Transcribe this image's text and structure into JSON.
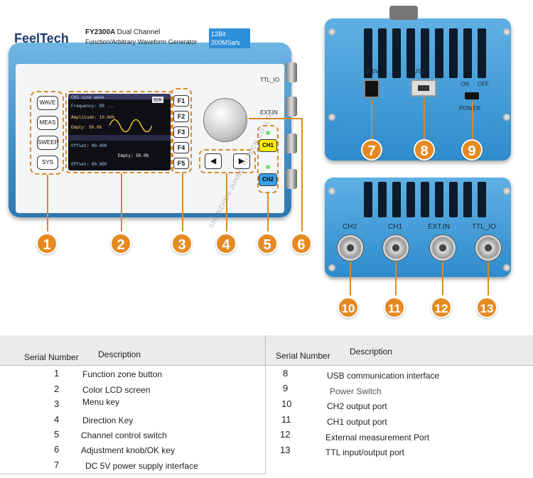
{
  "device": {
    "brand": "FeelTech",
    "model": "FY2300A",
    "model_line1_suffix": "Dual Channel",
    "model_line2": "Function/Arbitrary Waveform Generator",
    "spec_line1": "12Bit",
    "spec_line2": "200MSa/s",
    "ttl_io": "TTL_IO",
    "ext_in": "EXT.IN",
    "function_buttons": [
      "WAVE",
      "MEAS",
      "SWEEP",
      "SYS"
    ],
    "menu_keys": [
      "F1",
      "F2",
      "F3",
      "F4",
      "F5"
    ],
    "direction_keys": [
      "◀",
      "▶"
    ],
    "channel_buttons": [
      "CH1",
      "CH2"
    ],
    "lcd": {
      "line1": "CH1-sine wave",
      "line2": "Frequency: 00 ...",
      "line3": "Amplitude: 10.000",
      "line4": "Empty: 50.0%",
      "line5": "Offset: 00.000",
      "line6": "Empty: 50.0%",
      "line7": "Offset: 00.00V",
      "menu_tab": "频率"
    }
  },
  "back_top": {
    "dc_label": "DC5V",
    "usb_label": "USB",
    "switch_label_on": "ON",
    "switch_label_off": "OFF",
    "power_label": "POWER"
  },
  "back_bottom": {
    "ports": [
      "CH2",
      "CH1",
      "EXT.IN",
      "TTL_IO"
    ]
  },
  "watermark": "SHENZHEN JUNBO HITECH CO.,LTD",
  "callouts": [
    "1",
    "2",
    "3",
    "4",
    "5",
    "6",
    "7",
    "8",
    "9",
    "10",
    "11",
    "12",
    "13"
  ],
  "table": {
    "header_left": {
      "serial": "Serial Number",
      "description": "Description"
    },
    "header_right": {
      "serial": "Serial Number",
      "description": "Description"
    },
    "left_rows": [
      {
        "num": "1",
        "desc": "Function zone button"
      },
      {
        "num": "2",
        "desc": "Color LCD screen"
      },
      {
        "num": "3",
        "desc": "Menu key"
      },
      {
        "num": "4",
        "desc": "Direction Key"
      },
      {
        "num": "5",
        "desc": "Channel control switch"
      },
      {
        "num": "6",
        "desc": "Adjustment knob/OK key"
      },
      {
        "num": "7",
        "desc": "DC 5V power supply interface"
      }
    ],
    "right_rows": [
      {
        "num": "8",
        "desc": "USB communication interface"
      },
      {
        "num": "9",
        "desc": "Power Switch"
      },
      {
        "num": "10",
        "desc": "CH2 output port"
      },
      {
        "num": "11",
        "desc": "CH1 output port"
      },
      {
        "num": "12",
        "desc": "External measurement Port"
      },
      {
        "num": "13",
        "desc": "TTL input/output port"
      }
    ]
  },
  "colors": {
    "callout": "#e58a22",
    "device_blue": "#3f8fc8",
    "ch1_yellow": "#ffee00",
    "ch2_blue": "#3aa0e8",
    "table_header": "#ebebeb"
  }
}
